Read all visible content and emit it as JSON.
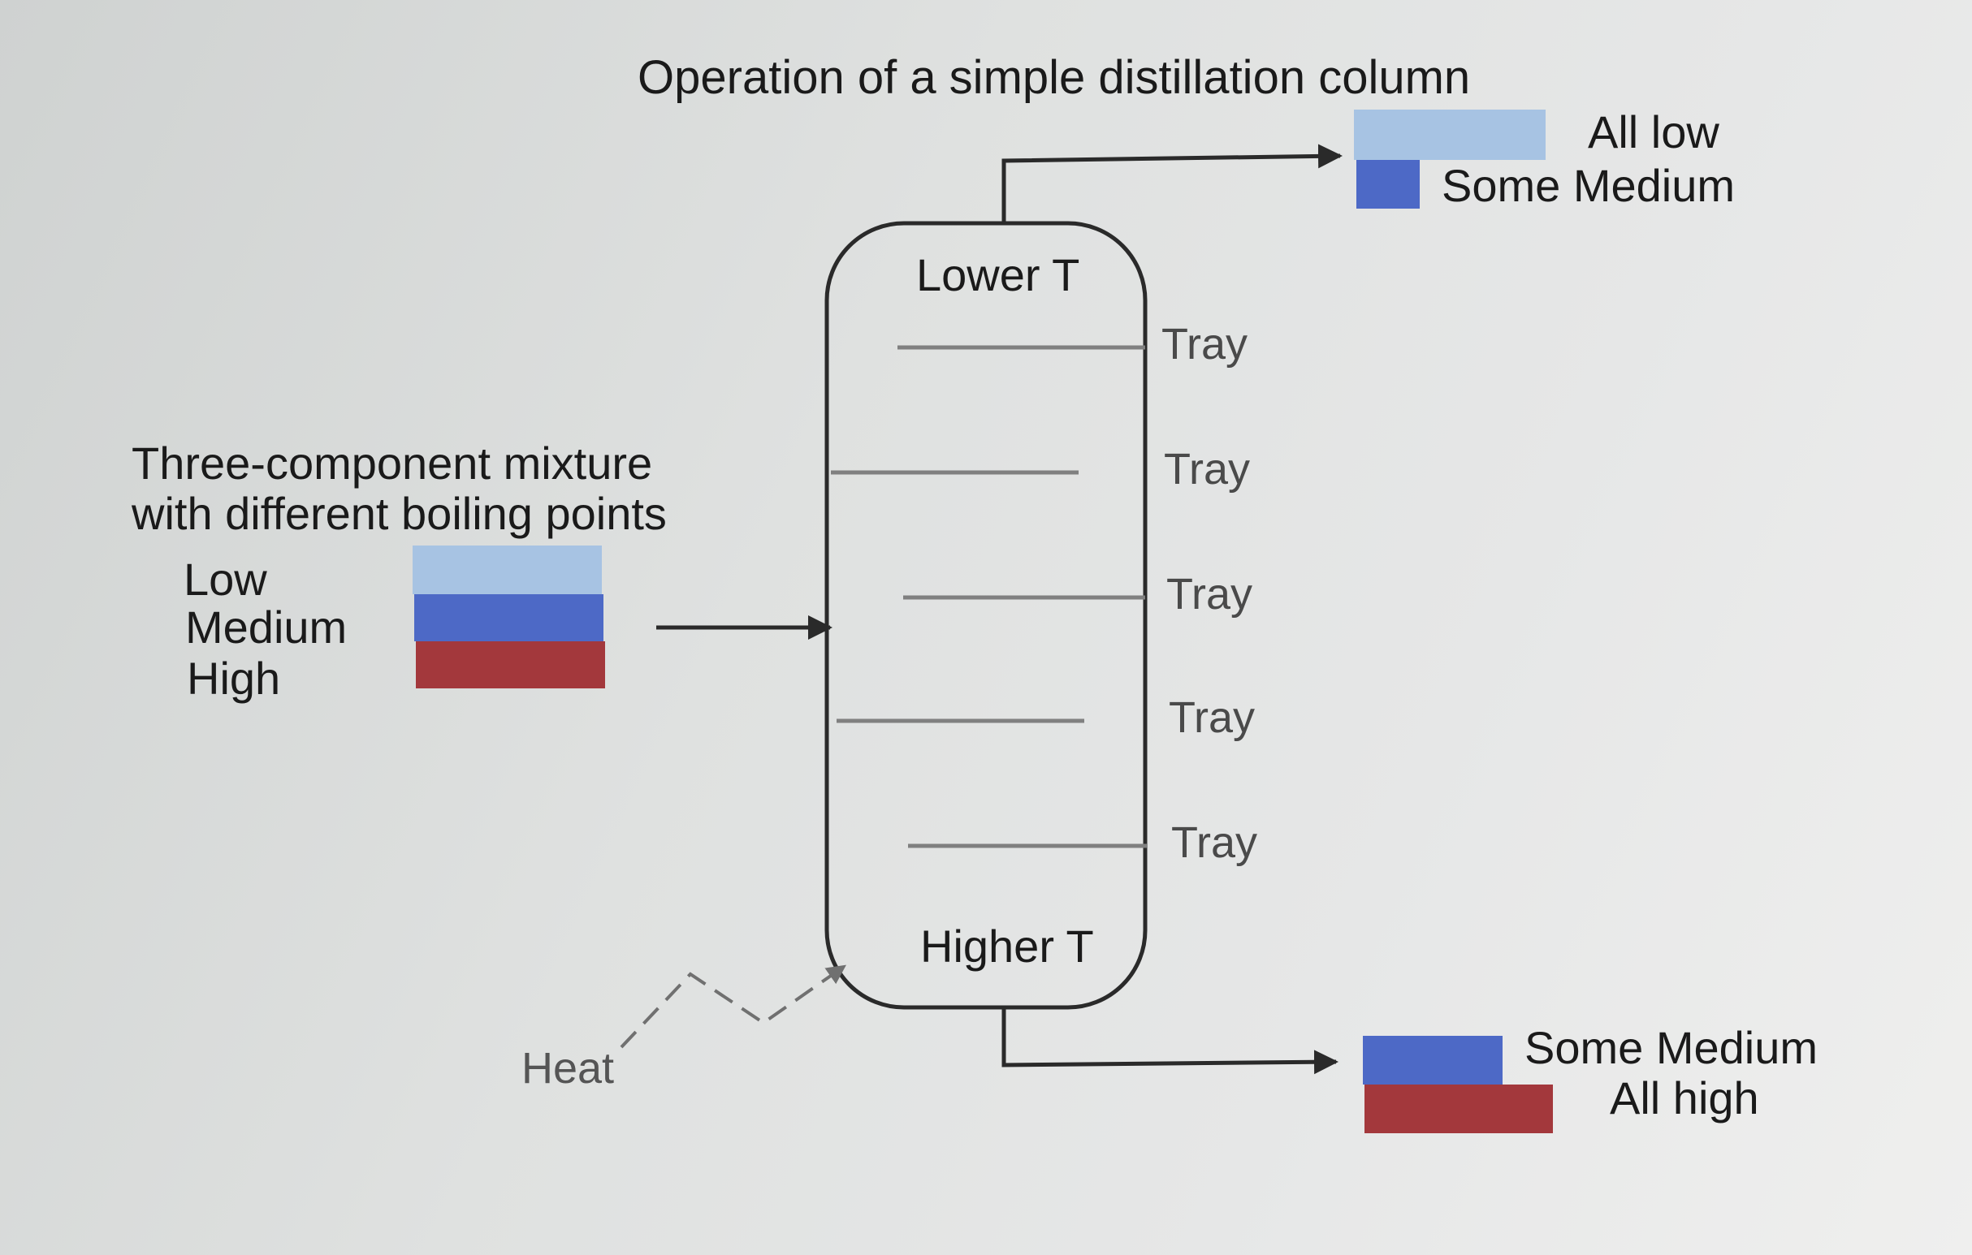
{
  "title": "Operation of a simple distillation column",
  "feed": {
    "line1": "Three-component mixture",
    "line2": "with different boiling points",
    "components": [
      "Low",
      "Medium",
      "High"
    ]
  },
  "column": {
    "top_label": "Lower T",
    "bottom_label": "Higher T",
    "trays": [
      "Tray",
      "Tray",
      "Tray",
      "Tray",
      "Tray"
    ]
  },
  "top_product": {
    "line1": "All low",
    "line2": "Some Medium"
  },
  "bottom_product": {
    "line1": "Some Medium",
    "line2": "All high"
  },
  "heat_label": "Heat",
  "colors": {
    "low": "#a7c3e3",
    "medium": "#4d69c6",
    "high": "#a3383c",
    "line": "#2a2a2a",
    "tray": "#808080"
  }
}
